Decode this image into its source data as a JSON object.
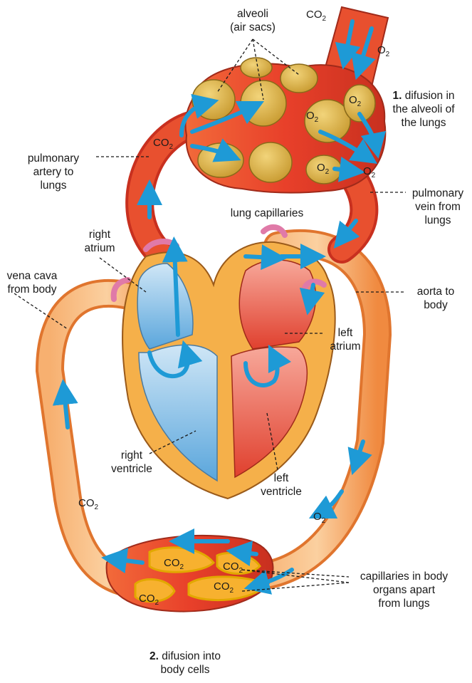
{
  "labels": {
    "alveoli_l1": "alveoli",
    "alveoli_l2": "(air sacs)",
    "step1_num": "1.",
    "step1_l1": "difusion in",
    "step1_l2": "the alveoli of",
    "step1_l3": "the lungs",
    "pulm_artery_l1": "pulmonary",
    "pulm_artery_l2": "artery to",
    "pulm_artery_l3": "lungs",
    "lung_capillaries": "lung capillaries",
    "pulm_vein_l1": "pulmonary",
    "pulm_vein_l2": "vein from",
    "pulm_vein_l3": "lungs",
    "right_atrium_l1": "right",
    "right_atrium_l2": "atrium",
    "vena_cava_l1": "vena cava",
    "vena_cava_l2": "from body",
    "aorta_l1": "aorta to",
    "aorta_l2": "body",
    "left_atrium_l1": "left",
    "left_atrium_l2": "atrium",
    "right_ventricle_l1": "right",
    "right_ventricle_l2": "ventricle",
    "left_ventricle_l1": "left",
    "left_ventricle_l2": "ventricle",
    "caps_l1": "capillaries in body",
    "caps_l2": "organs apart",
    "caps_l3": "from lungs",
    "step2_num": "2.",
    "step2_l1": "difusion into",
    "step2_l2": "body cells"
  },
  "gases": {
    "co2": "CO",
    "o2": "O",
    "sub": "2"
  },
  "colors": {
    "oxygenated_vessel": "#e8402a",
    "deoxygenated_vessel": "#f7a15a",
    "alveolus": "#dcb24a",
    "arrow": "#1e9ad6",
    "right_heart": "#8fc3e6",
    "left_heart": "#e8584a",
    "heart_wall": "#f5b04a",
    "valve": "#e07aa8"
  }
}
